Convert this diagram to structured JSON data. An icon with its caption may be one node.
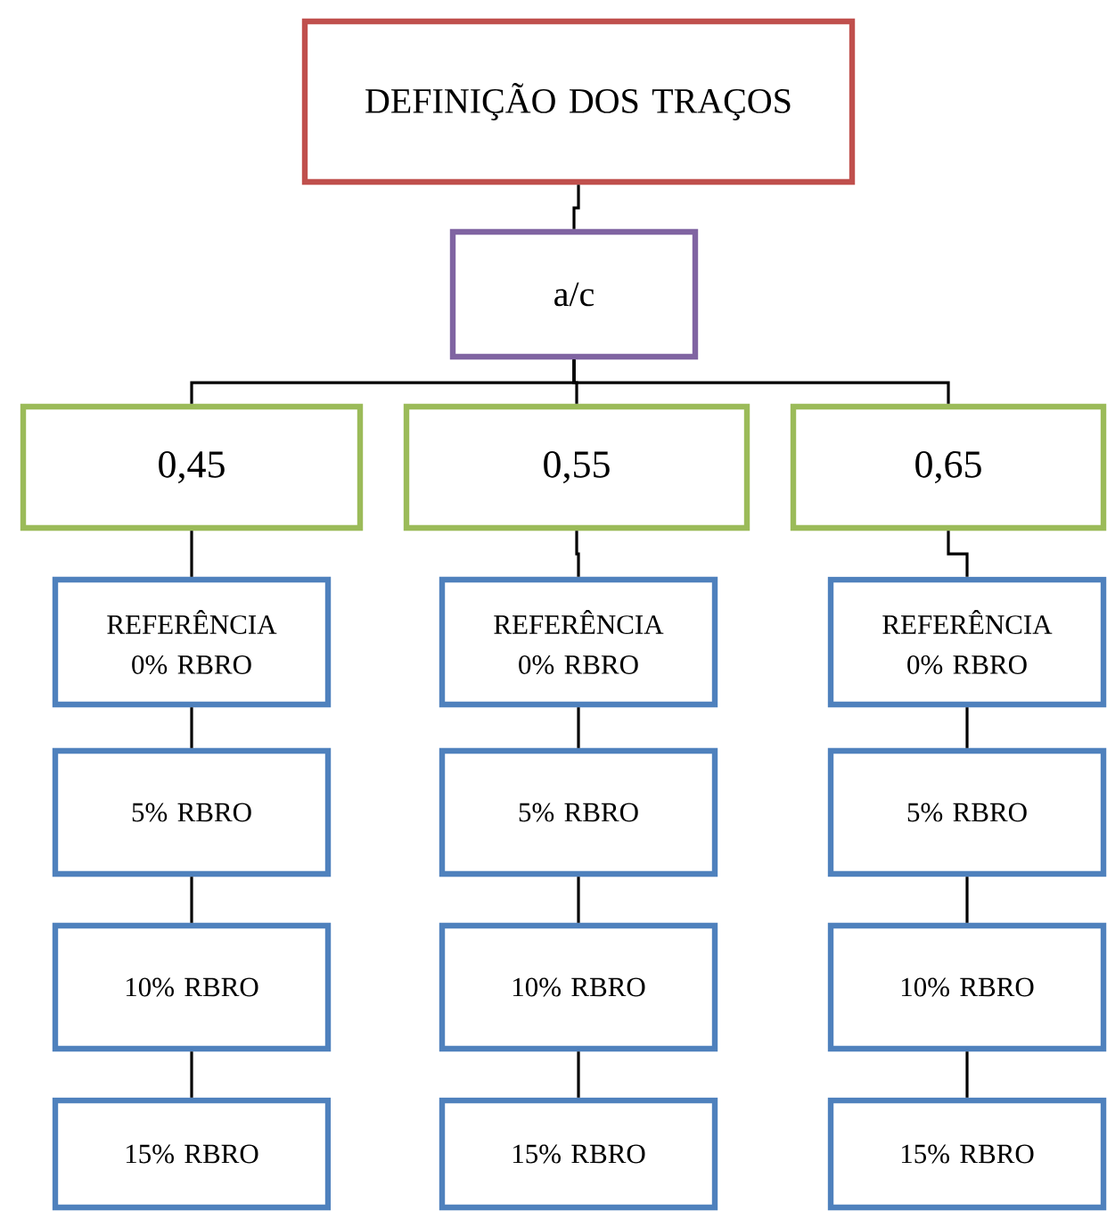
{
  "diagram": {
    "nodes": [
      {
        "text": [
          "DEFINIÇÃO DOS TRAÇOS"
        ]
      },
      {
        "text": [
          "a/c"
        ]
      },
      {
        "text": [
          "0,45"
        ]
      },
      {
        "text": [
          "0,55"
        ]
      },
      {
        "text": [
          "0,65"
        ]
      },
      {
        "text": [
          "REFERÊNCIA 0% RBRO"
        ]
      },
      {
        "text": [
          "5% RBRO"
        ]
      },
      {
        "text": [
          "10% RBRO"
        ]
      },
      {
        "text": [
          "15% RBRO"
        ]
      },
      {
        "text": [
          "REFERÊNCIA 0% RBRO"
        ]
      },
      {
        "text": [
          "5% RBRO"
        ]
      },
      {
        "text": [
          "10% RBRO"
        ]
      },
      {
        "text": [
          "15% RBRO"
        ]
      },
      {
        "text": [
          "REFERÊNCIA 0% RBRO"
        ]
      },
      {
        "text": [
          "5% RBRO"
        ]
      },
      {
        "text": [
          "10% RBRO"
        ]
      },
      {
        "text": [
          "15% RBRO"
        ]
      }
    ],
    "edges": [
      {
        "from": 0,
        "to": 1,
        "arrow": "none"
      },
      {
        "from": 1,
        "to": 2,
        "arrow": "none"
      },
      {
        "from": 1,
        "to": 3,
        "arrow": "none"
      },
      {
        "from": 1,
        "to": 4,
        "arrow": "none"
      },
      {
        "from": 2,
        "to": 5,
        "arrow": "none"
      },
      {
        "from": 5,
        "to": 6,
        "arrow": "none"
      },
      {
        "from": 6,
        "to": 7,
        "arrow": "none"
      },
      {
        "from": 7,
        "to": 8,
        "arrow": "none"
      },
      {
        "from": 3,
        "to": 9,
        "arrow": "none"
      },
      {
        "from": 9,
        "to": 10,
        "arrow": "none"
      },
      {
        "from": 10,
        "to": 11,
        "arrow": "none"
      },
      {
        "from": 11,
        "to": 12,
        "arrow": "none"
      },
      {
        "from": 4,
        "to": 13,
        "arrow": "none"
      },
      {
        "from": 13,
        "to": 14,
        "arrow": "none"
      },
      {
        "from": 14,
        "to": 15,
        "arrow": "none"
      },
      {
        "from": 15,
        "to": 16,
        "arrow": "none"
      }
    ]
  }
}
